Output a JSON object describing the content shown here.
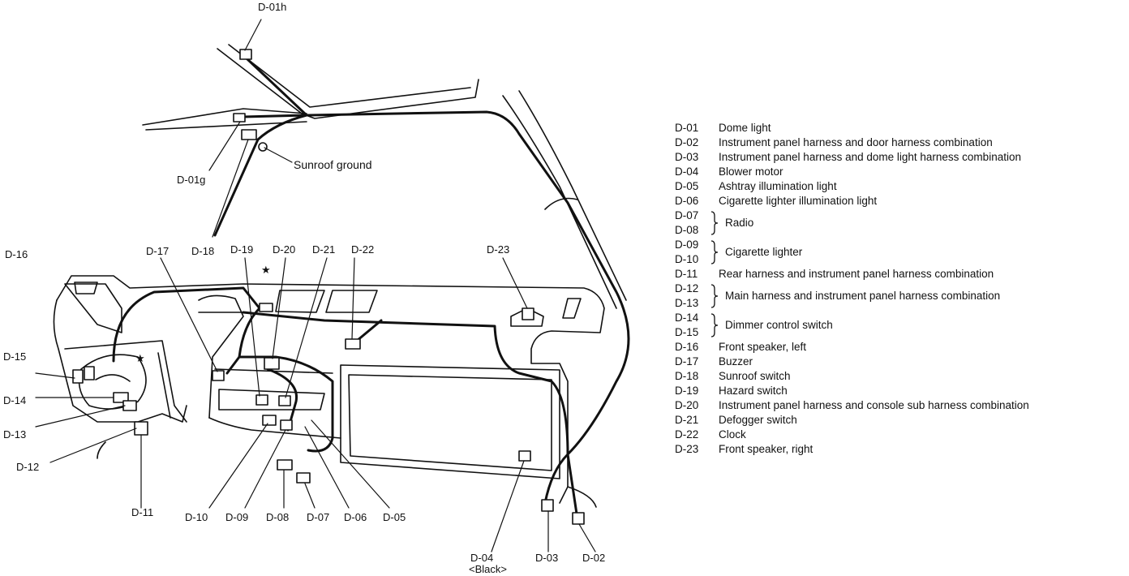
{
  "diagram": {
    "callouts": {
      "d01h": "D-01h",
      "d01g": "D-01g",
      "sunroof_ground": "Sunroof ground",
      "d16": "D-16",
      "d17": "D-17",
      "d18": "D-18",
      "d19": "D-19",
      "d20": "D-20",
      "d21": "D-21",
      "d22": "D-22",
      "d23": "D-23",
      "d15": "D-15",
      "d14": "D-14",
      "d13": "D-13",
      "d12": "D-12",
      "d11": "D-11",
      "d10": "D-10",
      "d09": "D-09",
      "d08": "D-08",
      "d07": "D-07",
      "d06": "D-06",
      "d05": "D-05",
      "d04": "D-04",
      "d04_note": "<Black>",
      "d03": "D-03",
      "d02": "D-02",
      "star": "★"
    }
  },
  "legend": {
    "single_top": [
      {
        "code": "D-01",
        "desc": "Dome light"
      },
      {
        "code": "D-02",
        "desc": "Instrument panel harness and door harness combination"
      },
      {
        "code": "D-03",
        "desc": "Instrument panel harness and dome light harness combination"
      },
      {
        "code": "D-04",
        "desc": "Blower motor"
      },
      {
        "code": "D-05",
        "desc": "Ashtray illumination light"
      },
      {
        "code": "D-06",
        "desc": "Cigarette lighter illumination light"
      }
    ],
    "groups_a": [
      {
        "codes": [
          "D-07",
          "D-08"
        ],
        "desc": "Radio"
      },
      {
        "codes": [
          "D-09",
          "D-10"
        ],
        "desc": "Cigarette lighter"
      }
    ],
    "d11": {
      "code": "D-11",
      "desc": "Rear harness and instrument panel harness combination"
    },
    "groups_b": [
      {
        "codes": [
          "D-12",
          "D-13"
        ],
        "desc": "Main harness and instrument panel harness combination"
      },
      {
        "codes": [
          "D-14",
          "D-15"
        ],
        "desc": "Dimmer control switch"
      }
    ],
    "single_bottom": [
      {
        "code": "D-16",
        "desc": "Front speaker, left"
      },
      {
        "code": "D-17",
        "desc": "Buzzer"
      },
      {
        "code": "D-18",
        "desc": "Sunroof switch"
      },
      {
        "code": "D-19",
        "desc": "Hazard switch"
      },
      {
        "code": "D-20",
        "desc": "Instrument panel harness and console sub harness combination"
      },
      {
        "code": "D-21",
        "desc": "Defogger switch"
      },
      {
        "code": "D-22",
        "desc": "Clock"
      },
      {
        "code": "D-23",
        "desc": "Front speaker, right"
      }
    ]
  }
}
